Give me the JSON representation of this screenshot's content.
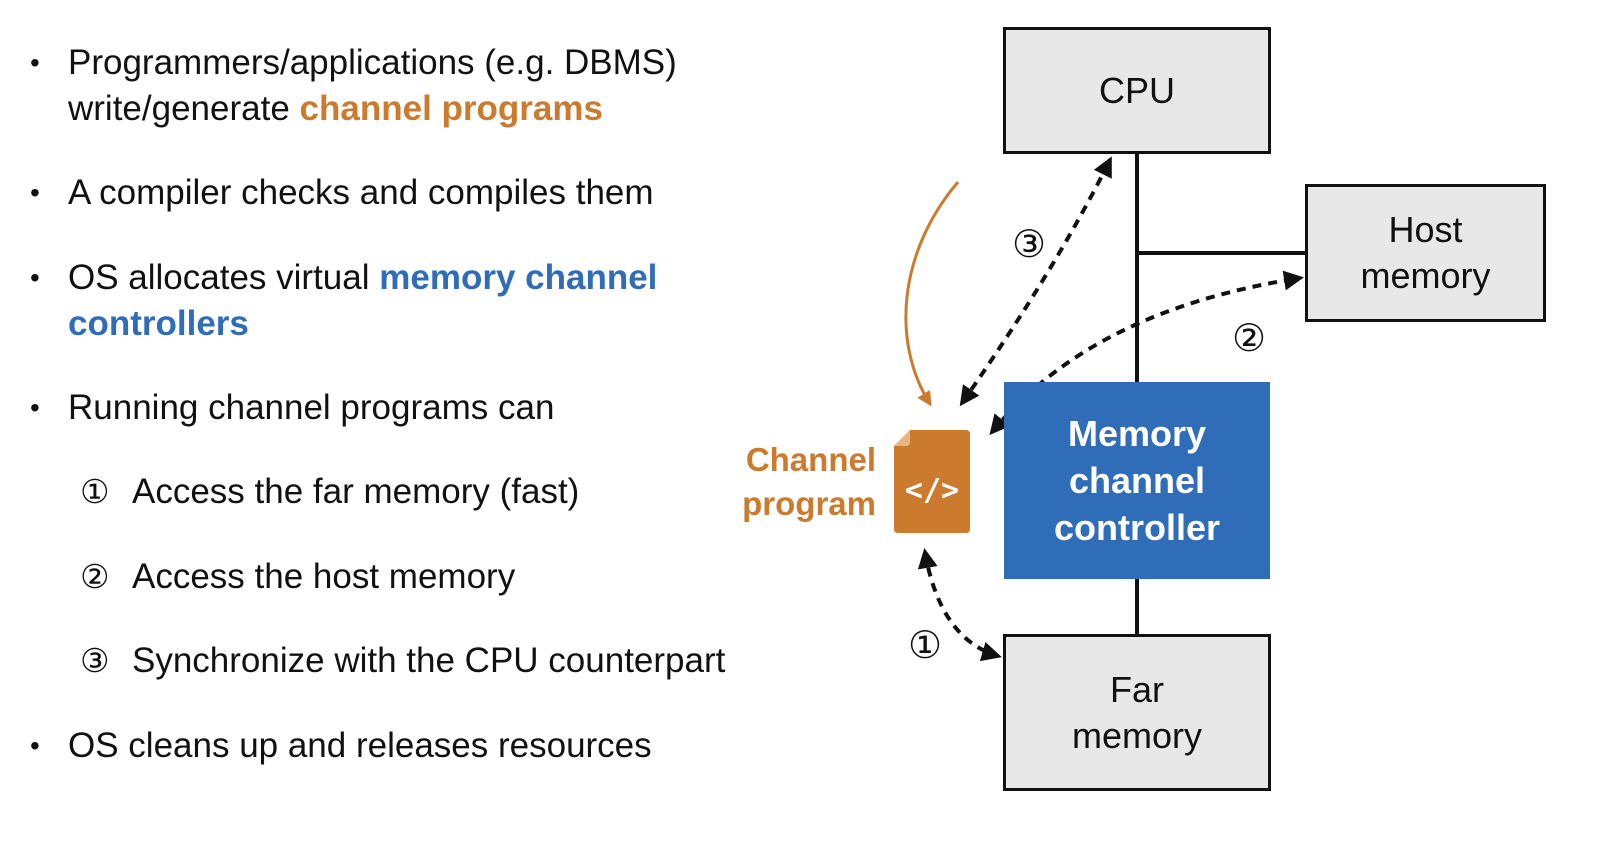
{
  "bullets": [
    {
      "pre": "Programmers/applications (e.g. DBMS)",
      "line2_pre": "write/generate ",
      "highlight": "channel programs"
    },
    {
      "text": "A compiler checks and compiles them"
    },
    {
      "pre": "OS allocates virtual ",
      "highlight_line1": "memory channel",
      "highlight_line2": "controllers"
    },
    {
      "text": "Running channel programs can"
    },
    {
      "text": "OS cleans up and releases resources"
    }
  ],
  "sub_items": [
    {
      "num": "①",
      "text": "Access the far memory (fast)"
    },
    {
      "num": "②",
      "text": "Access the host memory"
    },
    {
      "num": "③",
      "text": "Synchronize with the CPU counterpart"
    }
  ],
  "bullet_symbol": "•",
  "diagram": {
    "cpu": "CPU",
    "host_memory": {
      "line1": "Host",
      "line2": "memory"
    },
    "mcc": {
      "line1": "Memory",
      "line2": "channel",
      "line3": "controller"
    },
    "far_memory": {
      "line1": "Far",
      "line2": "memory"
    },
    "channel_program": {
      "line1": "Channel",
      "line2": "program"
    },
    "code_icon": "</>",
    "labels": {
      "one": "①",
      "two": "②",
      "three": "③"
    }
  },
  "colors": {
    "orange": "#cc7b2e",
    "blue": "#2f6db8",
    "box_fill": "#e8e8e8",
    "line": "#111111"
  }
}
